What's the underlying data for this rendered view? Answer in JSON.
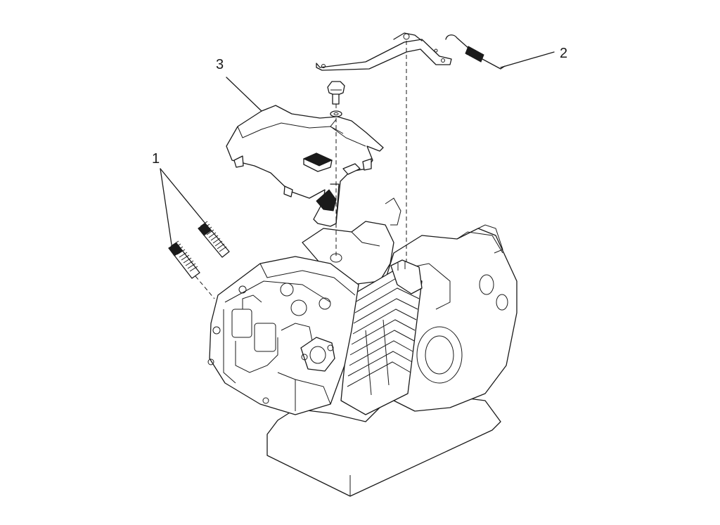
{
  "diagram": {
    "callouts": [
      {
        "id": "1",
        "label": "1"
      },
      {
        "id": "2",
        "label": "2"
      },
      {
        "id": "3",
        "label": "3"
      }
    ]
  },
  "colors": {
    "line": "#1a1a1a",
    "background": "#ffffff"
  }
}
